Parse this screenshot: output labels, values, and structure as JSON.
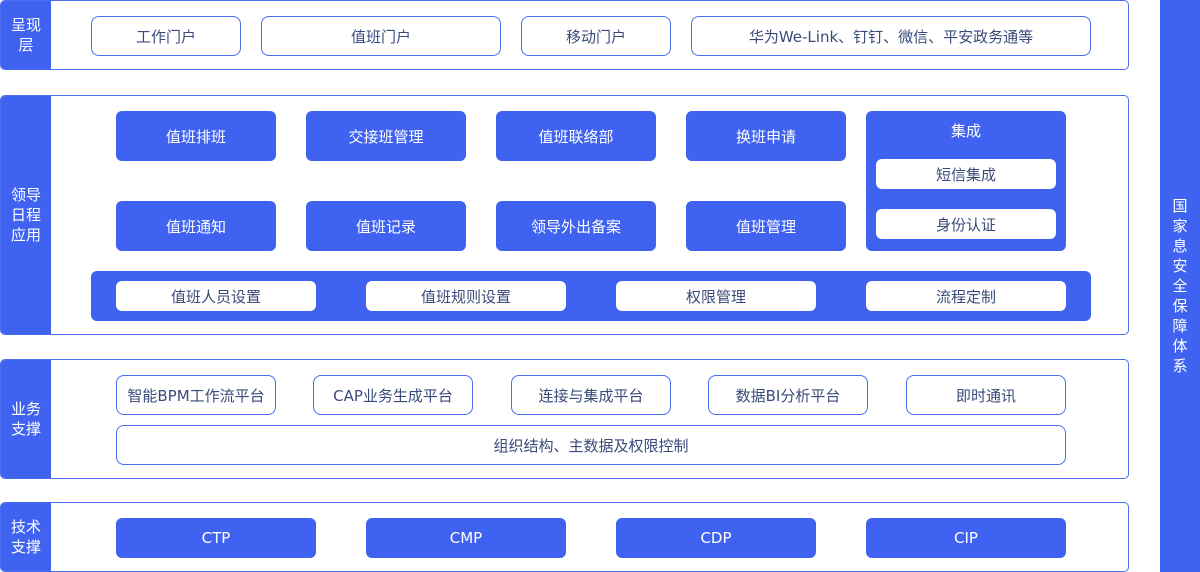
{
  "layers": {
    "presentation": {
      "label": "呈现层",
      "items": [
        "工作门户",
        "值班门户",
        "移动门户",
        "华为We-Link、钉钉、微信、平安政务通等"
      ]
    },
    "application": {
      "label": "领导日程应用",
      "row1": [
        "值班排班",
        "交接班管理",
        "值班联络部",
        "换班申请"
      ],
      "row2": [
        "值班通知",
        "值班记录",
        "领导外出备案",
        "值班管理"
      ],
      "integration": {
        "title": "集成",
        "items": [
          "短信集成",
          "身份认证"
        ]
      },
      "settings": [
        "值班人员设置",
        "值班规则设置",
        "权限管理",
        "流程定制"
      ]
    },
    "business": {
      "label": "业务支撑",
      "platforms": [
        "智能BPM工作流平台",
        "CAP业务生成平台",
        "连接与集成平台",
        "数据BI分析平台",
        "即时通讯"
      ],
      "foundation": "组织结构、主数据及权限控制"
    },
    "technical": {
      "label": "技术支撑",
      "items": [
        "CTP",
        "CMP",
        "CDP",
        "CIP"
      ]
    }
  },
  "security": "国家息安全保障体系",
  "colors": {
    "primary": "#3f63f0",
    "border": "#4a6cf0",
    "text": "#3a4a7a"
  }
}
